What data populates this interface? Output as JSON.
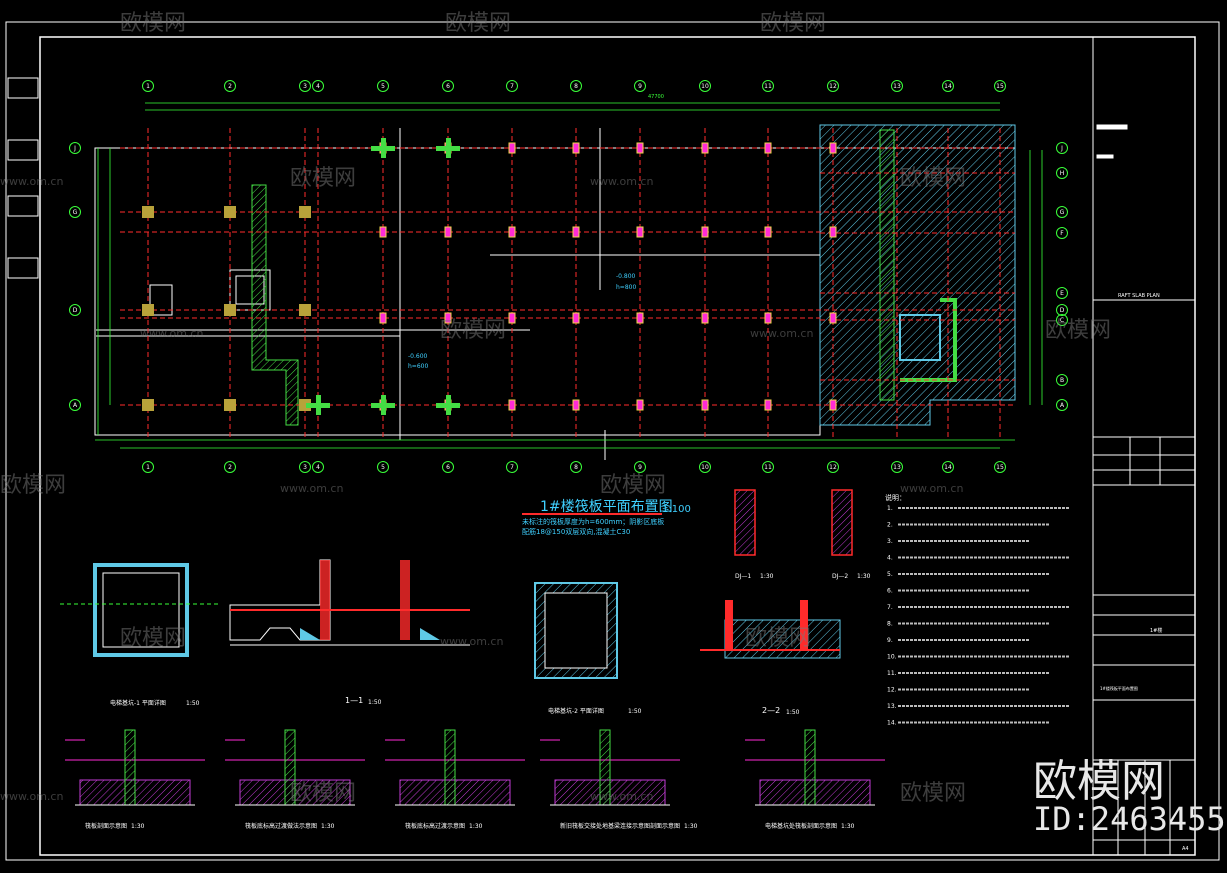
{
  "watermark": {
    "brand": "欧模网",
    "domain": "www.om.cn"
  },
  "corner": {
    "brand": "欧模网",
    "id": "ID:2463455"
  },
  "plan": {
    "title": "1#楼筏板平面布置图",
    "scale": "1:100",
    "note_line1": "未标注的筏板厚度为h=600mm；阴影区底板",
    "note_line2": "配筋18@150双层双向,混凝土C30",
    "grid_top": [
      "1",
      "2",
      "3",
      "4",
      "5",
      "6",
      "7",
      "8",
      "9",
      "10",
      "11",
      "12",
      "13",
      "14",
      "15"
    ],
    "grid_left": [
      "J",
      "G",
      "D",
      "A"
    ],
    "grid_right": [
      "H",
      "F",
      "E",
      "C",
      "B"
    ],
    "level_1": "-0.600",
    "level_1_h": "h=600",
    "level_2": "-0.800",
    "level_2_h": "h=800",
    "total_dim": "47700"
  },
  "sections": [
    {
      "title": "电梯基坑-1 平面详图",
      "scale": "1:50"
    },
    {
      "title": "1—1",
      "scale": "1:50"
    },
    {
      "title": "电梯基坑-2 平面详图",
      "scale": "1:50"
    },
    {
      "title": "2—2",
      "scale": "1:50"
    },
    {
      "title": "DJ—1",
      "scale": "1:30"
    },
    {
      "title": "DJ—2",
      "scale": "1:30"
    }
  ],
  "details": [
    {
      "title": "筏板剖面示意图",
      "scale": "1:30"
    },
    {
      "title": "筏板底标高过渡做法示意图",
      "scale": "1:30"
    },
    {
      "title": "筏板底标高过渡示意图",
      "scale": "1:30"
    },
    {
      "title": "新旧筏板交接处地基梁连接示意图剖面示意图",
      "scale": "1:30"
    },
    {
      "title": "电梯基坑处筏板剖面示意图",
      "scale": "1:30"
    }
  ],
  "notes": {
    "heading": "说明：",
    "items": [
      "1.",
      "2.",
      "3.",
      "4.",
      "5.",
      "6.",
      "7.",
      "8.",
      "9.",
      "10.",
      "11.",
      "12.",
      "13.",
      "14."
    ]
  },
  "title_block": {
    "drawing_name_en": "RAFT SLAB PLAN",
    "project": "1#楼",
    "drawing_name": "1#楼筏板平面布置图",
    "sheet_no": "A4"
  },
  "colors": {
    "background": "#000000",
    "grid_line": "#ff2b2b",
    "dimension": "#39ff39",
    "beam": "#44dd44",
    "column": "#f2d94a",
    "hatch": "#5fc9e6",
    "frame": "#ffffff",
    "text_cyan": "#3fd0ff",
    "magenta": "#ff2bd6"
  }
}
